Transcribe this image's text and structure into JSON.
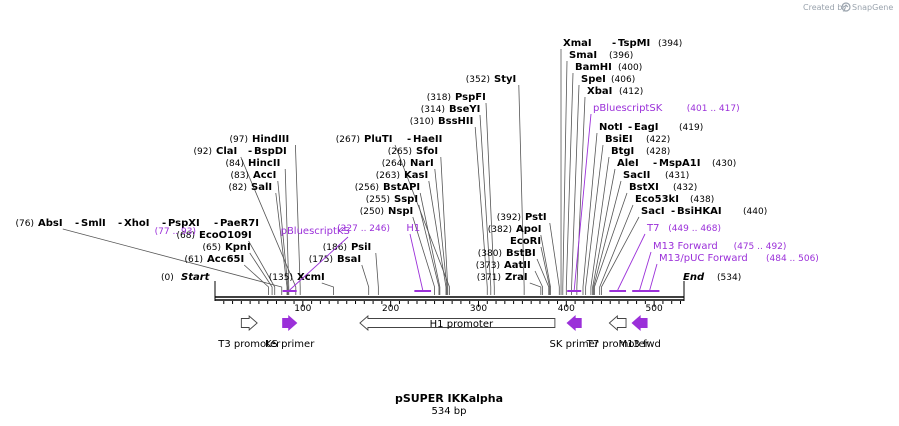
{
  "credit": {
    "prefix": "Created by",
    "brand": "SnapGene"
  },
  "title": "pSUPER IKKalpha",
  "subtitle": "534 bp",
  "ends": {
    "start": "Start",
    "start_pos": "(0)",
    "end": "End",
    "end_pos": "(534)"
  },
  "colors": {
    "feature": "#9b30d9",
    "backbone": "#000000",
    "leader": "#555555"
  },
  "ruler_ticks": [
    "100",
    "200",
    "300",
    "400",
    "500"
  ],
  "sites": [
    {
      "name": "Acc65I",
      "pos": "(61)",
      "bp": 61
    },
    {
      "name": "KpnI",
      "pos": "(65)",
      "bp": 65
    },
    {
      "name": "EcoO109I",
      "pos": "(68)",
      "bp": 68
    },
    {
      "name": "AbsI",
      "pos": "(76)",
      "bp": 76,
      "extra": [
        "SmlI",
        "XhoI",
        "PspXI",
        "PaeR7I"
      ]
    },
    {
      "name": "SalI",
      "pos": "(82)",
      "bp": 82
    },
    {
      "name": "AccI",
      "pos": "(83)",
      "bp": 83
    },
    {
      "name": "HincII",
      "pos": "(84)",
      "bp": 84
    },
    {
      "name": "ClaI",
      "pos": "(92)",
      "bp": 92,
      "extra": [
        "BspDI"
      ]
    },
    {
      "name": "HindIII",
      "pos": "(97)",
      "bp": 97
    },
    {
      "name": "XcmI",
      "pos": "(135)",
      "bp": 135
    },
    {
      "name": "BsaI",
      "pos": "(175)",
      "bp": 175
    },
    {
      "name": "PsiI",
      "pos": "(186)",
      "bp": 186
    },
    {
      "name": "NspI",
      "pos": "(250)",
      "bp": 250
    },
    {
      "name": "SspI",
      "pos": "(255)",
      "bp": 255
    },
    {
      "name": "BstAPI",
      "pos": "(256)",
      "bp": 256
    },
    {
      "name": "KasI",
      "pos": "(263)",
      "bp": 263
    },
    {
      "name": "NarI",
      "pos": "(264)",
      "bp": 264
    },
    {
      "name": "SfoI",
      "pos": "(265)",
      "bp": 265
    },
    {
      "name": "PluTI",
      "pos": "(267)",
      "bp": 267,
      "extra": [
        "HaeII"
      ]
    },
    {
      "name": "BssHII",
      "pos": "(310)",
      "bp": 310
    },
    {
      "name": "BseYI",
      "pos": "(314)",
      "bp": 314
    },
    {
      "name": "PspFI",
      "pos": "(318)",
      "bp": 318
    },
    {
      "name": "StyI",
      "pos": "(352)",
      "bp": 352
    },
    {
      "name": "ZraI",
      "pos": "(371)",
      "bp": 371
    },
    {
      "name": "AatII",
      "pos": "(373)",
      "bp": 373
    },
    {
      "name": "BstBI",
      "pos": "(380)",
      "bp": 380
    },
    {
      "name": "EcoRI",
      "pos": "",
      "bp": 381
    },
    {
      "name": "ApoI",
      "pos": "(382)",
      "bp": 382
    },
    {
      "name": "PstI",
      "pos": "(392)",
      "bp": 392
    },
    {
      "name": "XmaI",
      "pos": "(394)",
      "bp": 394,
      "extra": [
        "TspMI"
      ]
    },
    {
      "name": "SmaI",
      "pos": "(396)",
      "bp": 396
    },
    {
      "name": "BamHI",
      "pos": "(400)",
      "bp": 400
    },
    {
      "name": "SpeI",
      "pos": "(406)",
      "bp": 406
    },
    {
      "name": "XbaI",
      "pos": "(412)",
      "bp": 412
    },
    {
      "name": "NotI",
      "pos": "(419)",
      "bp": 419,
      "extra": [
        "EagI"
      ]
    },
    {
      "name": "BsiEI",
      "pos": "(422)",
      "bp": 422
    },
    {
      "name": "BtgI",
      "pos": "(428)",
      "bp": 428
    },
    {
      "name": "AleI",
      "pos": "(430)",
      "bp": 430,
      "extra": [
        "MspA1I"
      ]
    },
    {
      "name": "SacII",
      "pos": "(431)",
      "bp": 431
    },
    {
      "name": "BstXI",
      "pos": "(432)",
      "bp": 432
    },
    {
      "name": "Eco53kI",
      "pos": "(438)",
      "bp": 438
    },
    {
      "name": "SacI",
      "pos": "(440)",
      "bp": 440,
      "extra": [
        "BsiHKAI"
      ]
    }
  ],
  "primers": [
    {
      "name": "pBluescriptKS",
      "range": "(77 .. 93)",
      "start": 77,
      "end": 93
    },
    {
      "name": "H1",
      "range": "(227 .. 246)",
      "start": 227,
      "end": 246
    },
    {
      "name": "pBluescriptSK",
      "range": "(401 .. 417)",
      "start": 401,
      "end": 417
    },
    {
      "name": "T7",
      "range": "(449 .. 468)",
      "start": 449,
      "end": 468
    },
    {
      "name": "M13 Forward",
      "range": "(475 .. 492)",
      "start": 475,
      "end": 492
    },
    {
      "name": "M13/pUC Forward",
      "range": "(484 .. 506)",
      "start": 484,
      "end": 506
    }
  ],
  "features": [
    {
      "name": "T3 promoter",
      "start": 30,
      "end": 48,
      "dir": "fwd",
      "filled": false
    },
    {
      "name": "KS primer",
      "start": 77,
      "end": 93,
      "dir": "fwd",
      "filled": true
    },
    {
      "name": "H1 promoter",
      "start": 165,
      "end": 387,
      "dir": "rev",
      "filled": false
    },
    {
      "name": "SK primer",
      "start": 401,
      "end": 417,
      "dir": "rev",
      "filled": true
    },
    {
      "name": "T7 promoter",
      "start": 449,
      "end": 468,
      "dir": "rev",
      "filled": false
    },
    {
      "name": "M13 fwd",
      "start": 475,
      "end": 492,
      "dir": "rev",
      "filled": true
    }
  ]
}
